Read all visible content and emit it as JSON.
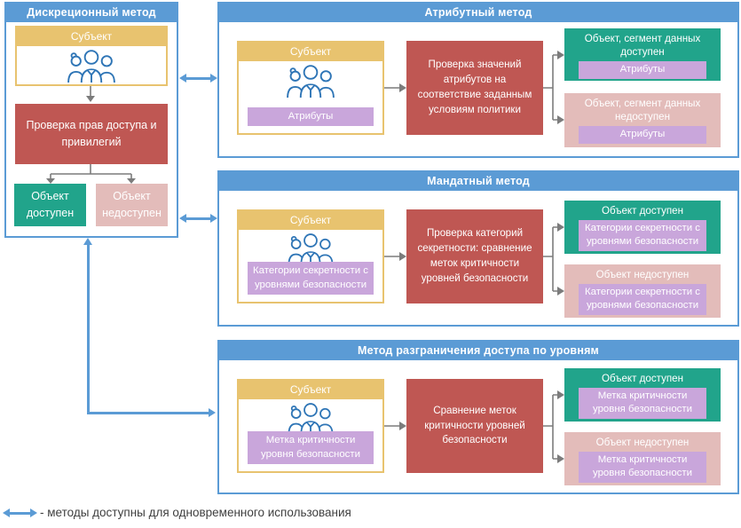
{
  "colors": {
    "blue": "#5B9BD5",
    "tan": "#E8C36F",
    "red": "#BF5753",
    "green": "#21A48B",
    "pink": "#E3BCBA",
    "purple": "#C9A6DB",
    "icon_blue": "#2E75B6",
    "gray_arrow": "#7C7C7C",
    "text_dark": "#3F3F3F"
  },
  "icons": {
    "subject": "people-icon",
    "connector": "double-arrow-icon"
  },
  "panels": {
    "discretionary": {
      "title": "Дискреционный метод",
      "subject": {
        "label": "Субъект"
      },
      "process": {
        "label": "Проверка прав доступа и привилегий"
      },
      "allowed": {
        "label": "Объект доступен"
      },
      "denied": {
        "label": "Объект недоступен"
      }
    },
    "attribute": {
      "title": "Атрибутный метод",
      "subject": {
        "label": "Субъект",
        "attr": "Атрибуты"
      },
      "process": {
        "label": "Проверка значений атрибутов на соответствие заданным условиям политики"
      },
      "allowed": {
        "label": "Объект, сегмент данных доступен",
        "attr": "Атрибуты"
      },
      "denied": {
        "label": "Объект, сегмент данных недоступен",
        "attr": "Атрибуты"
      }
    },
    "mandatory": {
      "title": "Мандатный метод",
      "subject": {
        "label": "Субъект",
        "attr": "Категории секретности с уровнями безопасности"
      },
      "process": {
        "label": "Проверка категорий секретности: сравнение меток критичности уровней безопасности"
      },
      "allowed": {
        "label": "Объект доступен",
        "attr": "Категории секретности с уровнями безопасности"
      },
      "denied": {
        "label": "Объект недоступен",
        "attr": "Категории секретности с уровнями безопасности"
      }
    },
    "levels": {
      "title": "Метод разграничения доступа по уровням",
      "subject": {
        "label": "Субъект",
        "attr": "Метка критичности уровня безопасности"
      },
      "process": {
        "label": "Сравнение меток критичности уровней безопасности"
      },
      "allowed": {
        "label": "Объект доступен",
        "attr": "Метка критичности уровня безопасности"
      },
      "denied": {
        "label": "Объект недоступен",
        "attr": "Метка критичности уровня безопасности"
      }
    }
  },
  "legend": {
    "label": "- методы доступны для одновременного использования"
  }
}
